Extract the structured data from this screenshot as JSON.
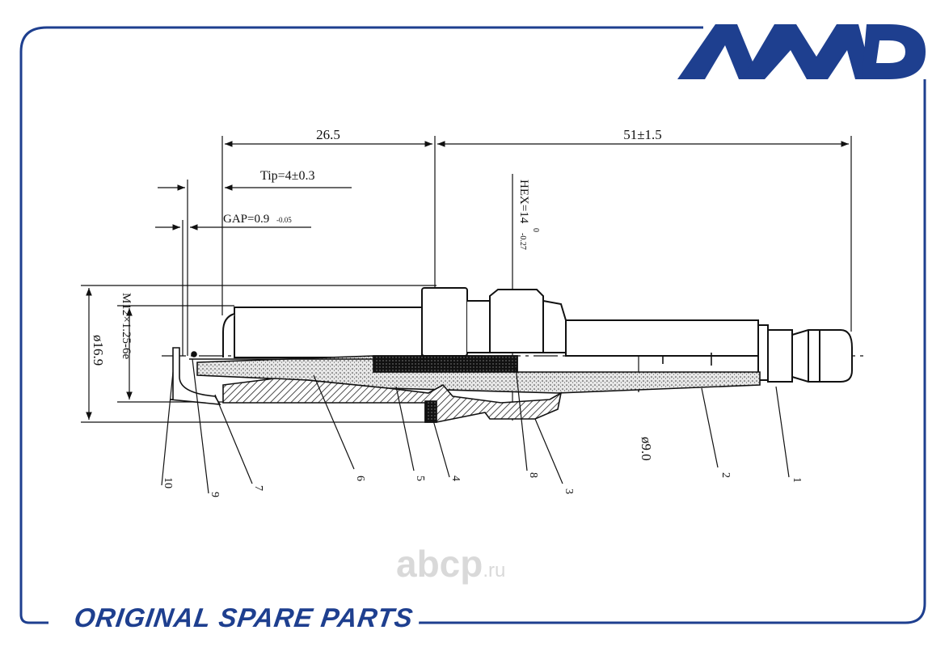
{
  "brand": {
    "logo_text": "AMD",
    "footer_text": "ORIGINAL SPARE PARTS",
    "watermark_main": "abcp",
    "watermark_suffix": ".ru",
    "frame_color": "#1e3f8f"
  },
  "dimensions": {
    "length_left": "26.5",
    "length_right": "51±1.5",
    "tip": "Tip=4±0.3",
    "gap": "GAP=0.9",
    "gap_tol": "-0.05",
    "hex": "HEX=14",
    "hex_tol_upper": "0",
    "hex_tol_lower": "-0.27",
    "thread": "M12×1.25-6e",
    "diameter_outer": "ø16.9",
    "diameter_inner": "ø9.0"
  },
  "callouts": [
    "1",
    "2",
    "3",
    "4",
    "5",
    "6",
    "7",
    "8",
    "9",
    "10"
  ]
}
